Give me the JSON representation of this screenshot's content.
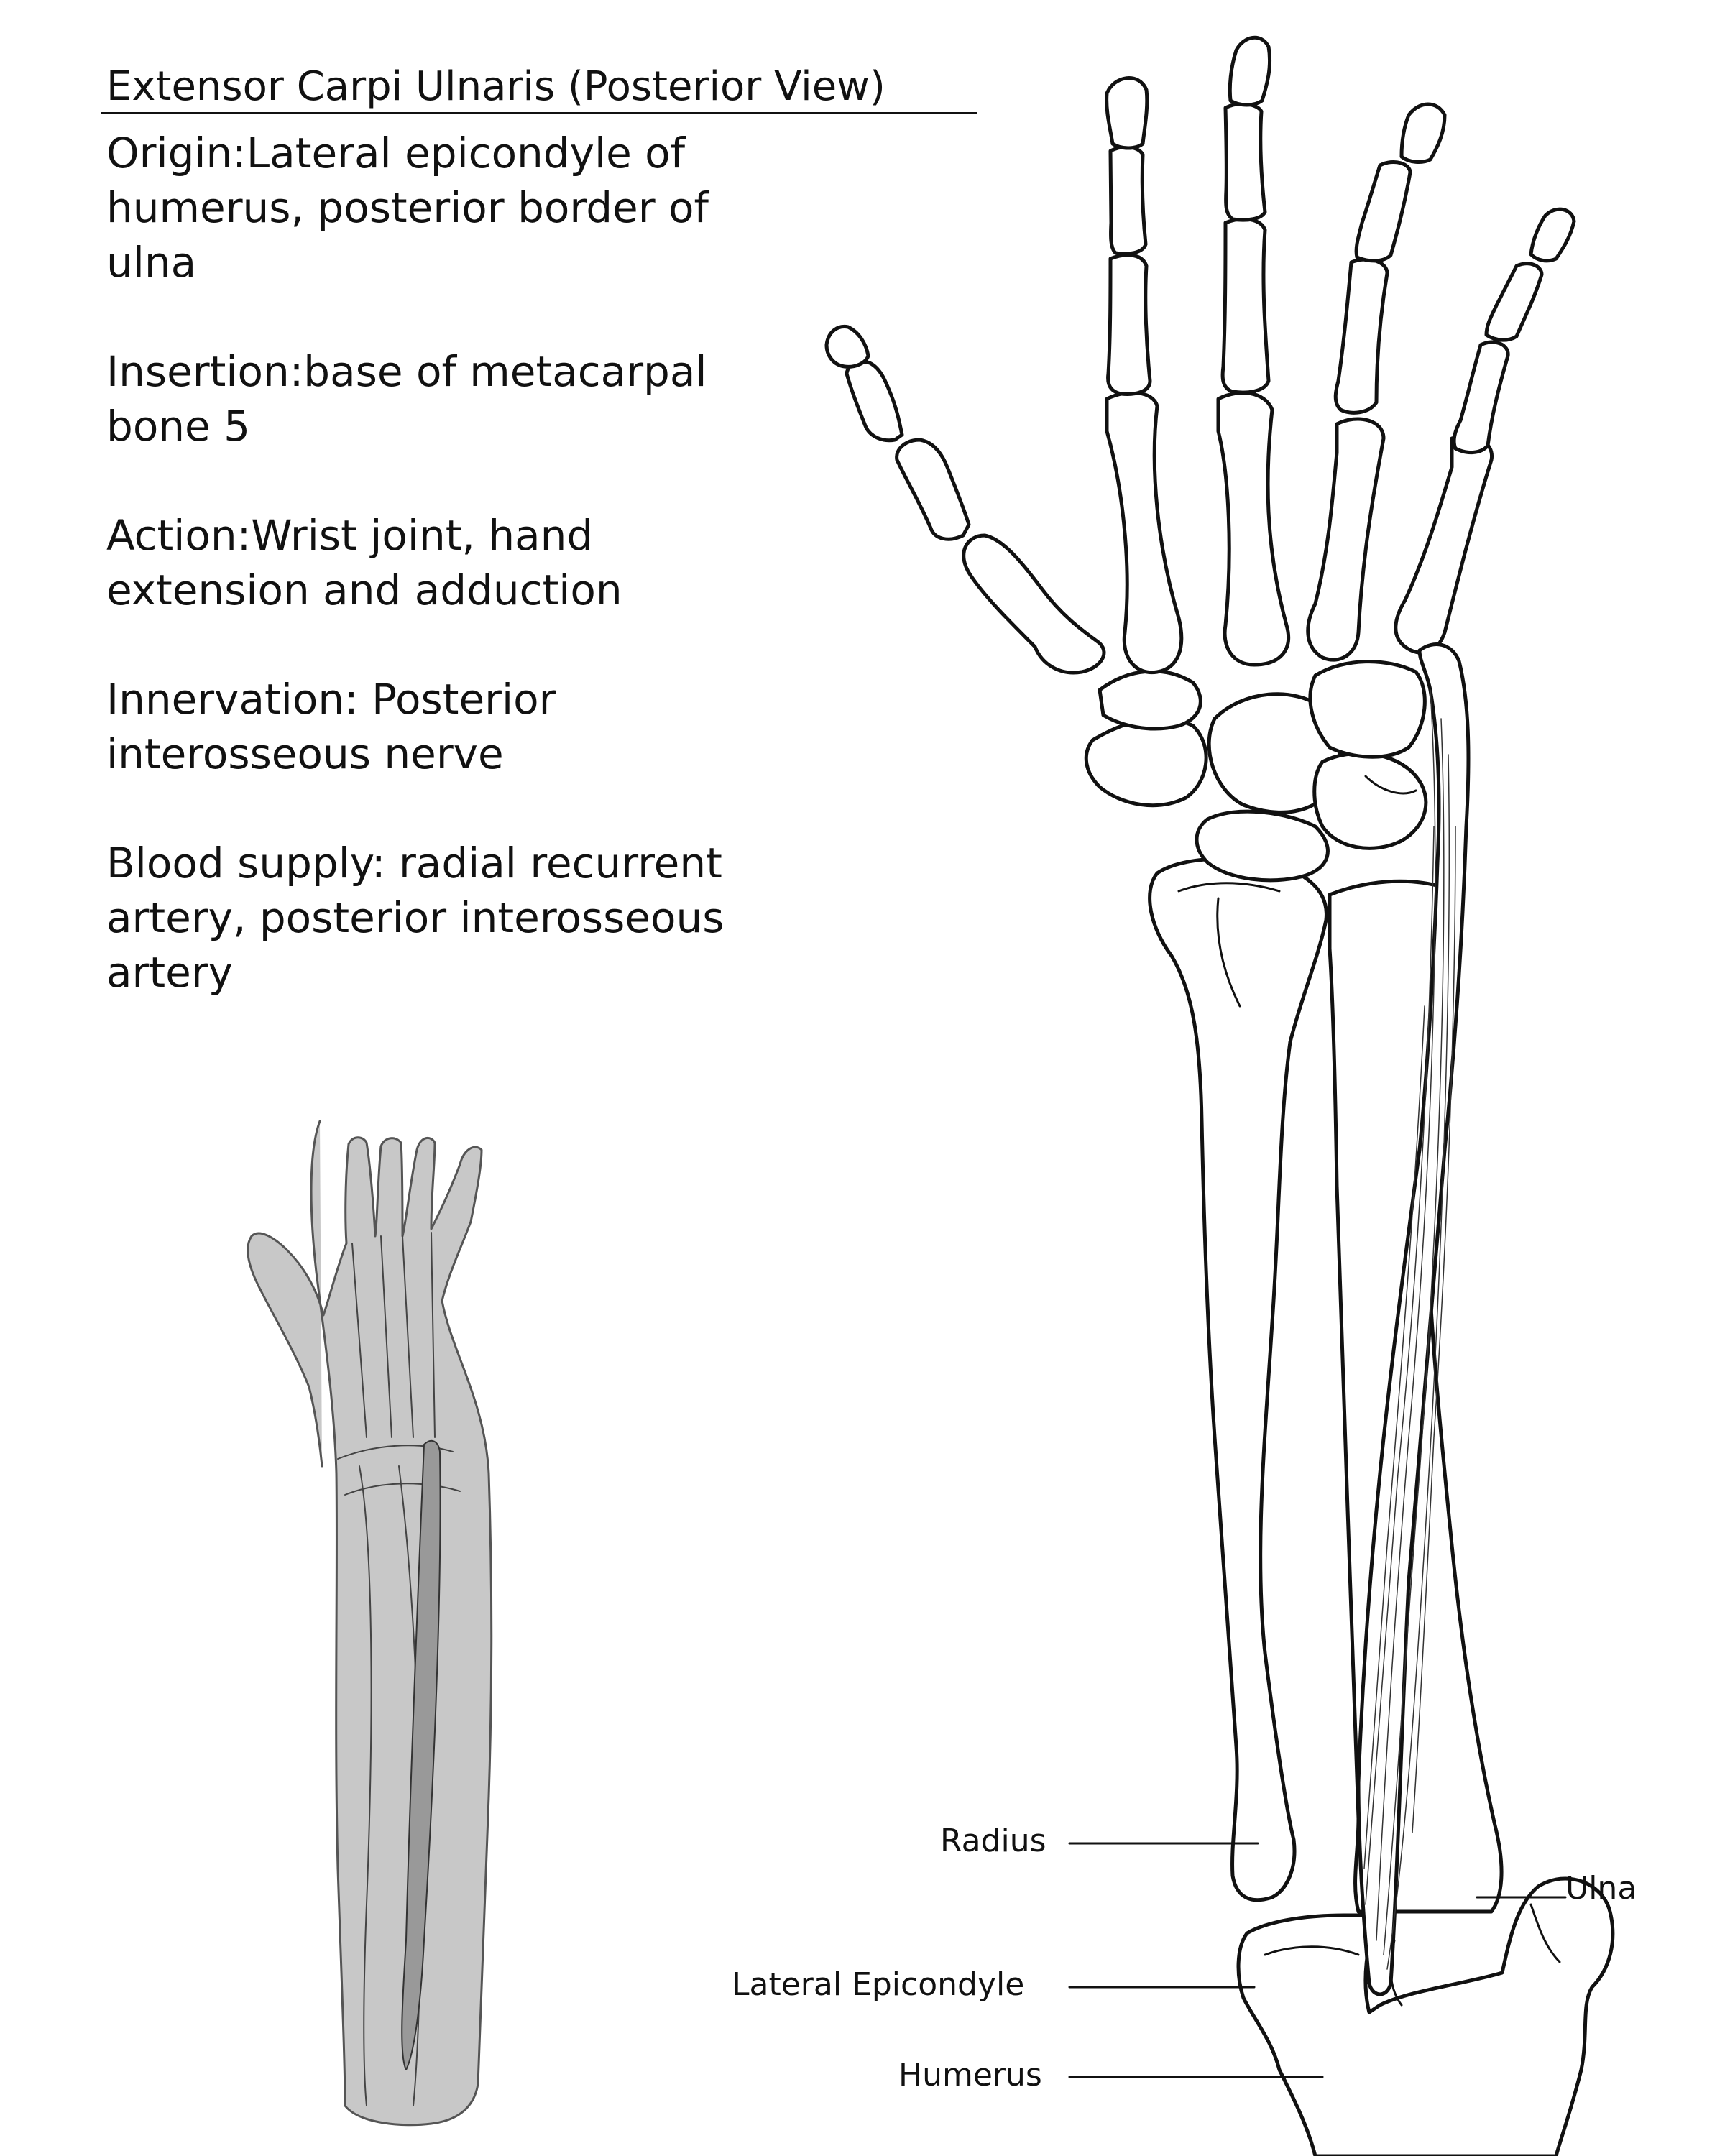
{
  "title": "Extensor Carpi Ulnaris (Posterior View)",
  "info": {
    "origin_label": "Origin:",
    "origin_text": "Lateral epicondyle of humerus, posterior border of ulna",
    "insertion_label": "Insertion:",
    "insertion_text": "base of metacarpal bone 5",
    "action_label": "Action:",
    "action_text": "Wrist joint, hand extension and adduction",
    "innervation_label": "Innervation: ",
    "innervation_text": "Posterior interosseous nerve",
    "blood_label": "Blood supply: ",
    "blood_text": "radial recurrent artery, posterior interosseous artery"
  },
  "labels": {
    "radius": "Radius",
    "ulna": "Ulna",
    "lateral_epicondyle": "Lateral Epicondyle",
    "humerus": "Humerus"
  },
  "colors": {
    "line": "#111111",
    "muscle_fill": "#ffffff",
    "thumbnail_fill": "#c8c8c8",
    "thumbnail_stroke": "#555555"
  }
}
